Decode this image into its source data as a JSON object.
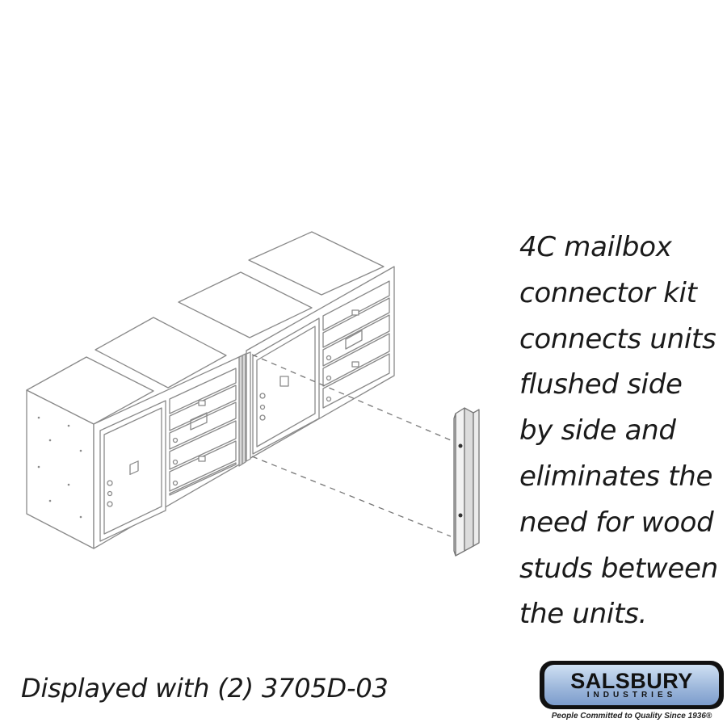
{
  "description": {
    "lines": [
      "4C mailbox",
      "connector kit",
      "connects units",
      "flushed side",
      "by side and",
      "eliminates the",
      "need for wood",
      "studs between",
      "the units."
    ]
  },
  "caption": "Displayed with (2) 3705D-03",
  "logo": {
    "name": "SALSBURY",
    "subtitle": "INDUSTRIES",
    "tagline": "People Committed to Quality Since 1936®"
  },
  "colors": {
    "line": "#8a8a8a",
    "logo_blue": "#9fb9dc",
    "logo_border": "#111111"
  }
}
